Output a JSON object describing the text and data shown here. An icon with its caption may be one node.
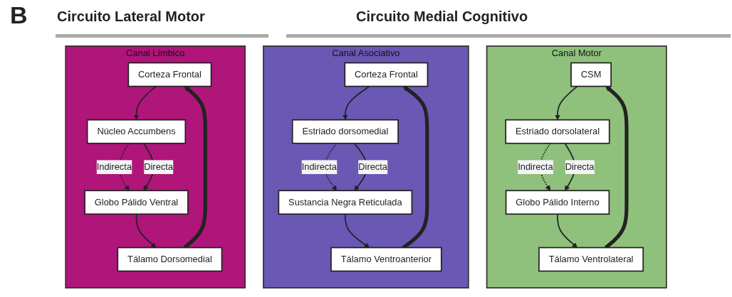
{
  "diagram": {
    "nodes": [
      {
        "text": [
          "Canal Motor"
        ]
      },
      {
        "text": [
          "CSM"
        ],
        "in": 0
      },
      {
        "text": [
          "Estriado dorsolateral"
        ],
        "in": 0
      },
      {
        "text": [
          "Globo Pálido Interno"
        ],
        "in": 0
      },
      {
        "text": [
          "Tálamo Ventrolateral"
        ],
        "in": 0
      },
      {
        "text": [
          "Canal Asociativo"
        ]
      },
      {
        "text": [
          "Corteza Frontal"
        ],
        "in": 5
      },
      {
        "text": [
          "Estriado dorsomedial"
        ],
        "in": 5
      },
      {
        "text": [
          "Sustancia Negra Reticulada"
        ],
        "in": 5
      },
      {
        "text": [
          "Tálamo Ventroanterior"
        ],
        "in": 5
      },
      {
        "text": [
          "Canal Límbico"
        ]
      },
      {
        "text": [
          "Corteza Frontal"
        ],
        "in": 10
      },
      {
        "text": [
          "Núcleo Accumbens"
        ],
        "in": 10
      },
      {
        "text": [
          "Globo Pálido Ventral"
        ],
        "in": 10
      },
      {
        "text": [
          "Tálamo Dorsomedial"
        ],
        "in": 10
      }
    ],
    "edges": [
      {
        "from": 1,
        "to": 2,
        "arrow": "to"
      },
      {
        "from": 2,
        "to": 3,
        "arrow": "to",
        "label": "Indirecta",
        "style": "dashed"
      },
      {
        "from": 2,
        "to": 3,
        "arrow": "to",
        "label": "Directa"
      },
      {
        "from": 3,
        "to": 4,
        "arrow": "to"
      },
      {
        "from": 4,
        "to": 1,
        "arrow": "to",
        "style": "thick"
      },
      {
        "from": 6,
        "to": 7,
        "arrow": "to"
      },
      {
        "from": 7,
        "to": 8,
        "arrow": "to",
        "label": "Indirecta",
        "style": "dashed"
      },
      {
        "from": 7,
        "to": 8,
        "arrow": "to",
        "label": "Directa"
      },
      {
        "from": 8,
        "to": 9,
        "arrow": "to"
      },
      {
        "from": 9,
        "to": 6,
        "arrow": "to",
        "style": "thick"
      },
      {
        "from": 11,
        "to": 12,
        "arrow": "to"
      },
      {
        "from": 12,
        "to": 13,
        "arrow": "to",
        "label": "Indirecta",
        "style": "dashed"
      },
      {
        "from": 12,
        "to": 13,
        "arrow": "to",
        "label": "Directa"
      },
      {
        "from": 13,
        "to": 14,
        "arrow": "to"
      },
      {
        "from": 14,
        "to": 11,
        "arrow": "to",
        "style": "thick"
      }
    ],
    "labels": [
      "B",
      "Circuito Lateral Motor",
      "Circuito Medial Cognitivo"
    ]
  }
}
